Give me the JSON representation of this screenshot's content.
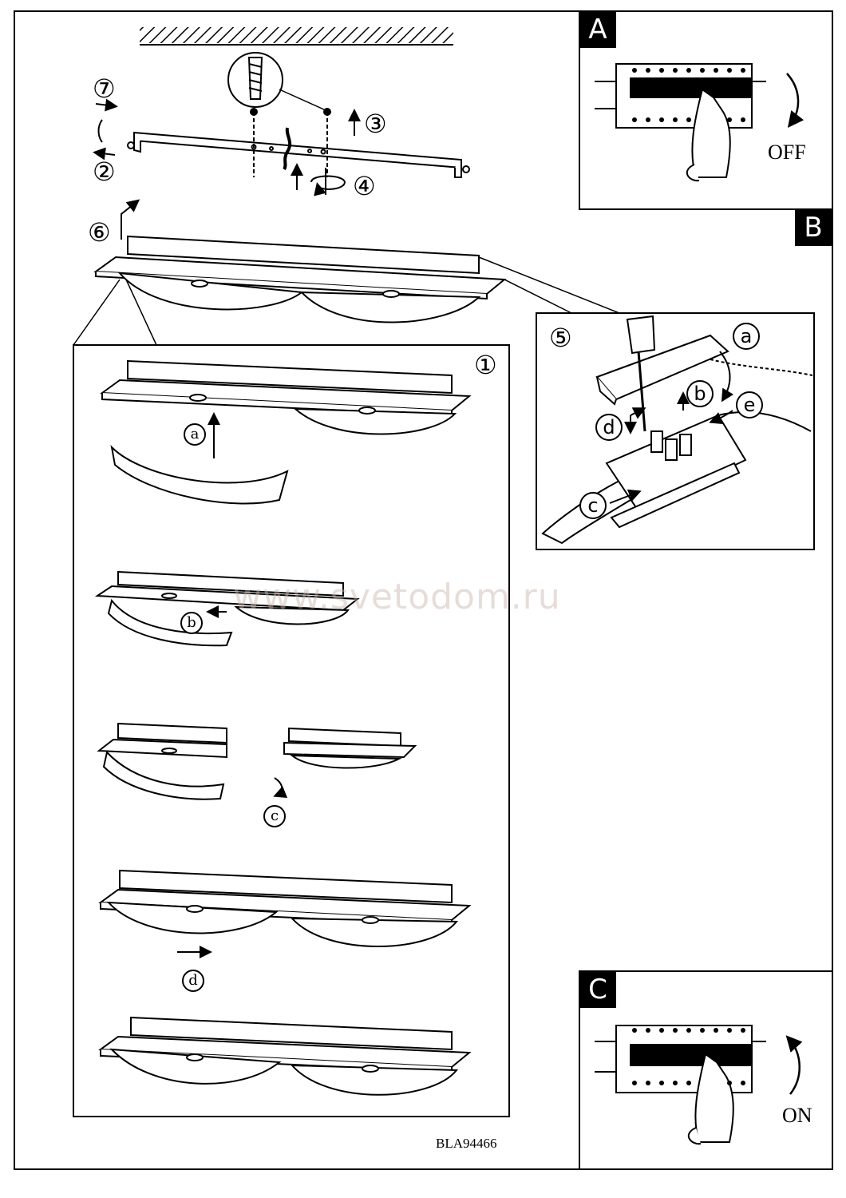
{
  "panels": {
    "a": {
      "letter": "A",
      "state_label": "OFF"
    },
    "b": {
      "letter": "B",
      "step": "⑤",
      "labels": [
        "a",
        "b",
        "c",
        "d",
        "e"
      ]
    },
    "c": {
      "letter": "C",
      "state_label": "ON"
    }
  },
  "steps": {
    "s1": "①",
    "s2": "②",
    "s3": "③",
    "s4": "④",
    "s6": "⑥",
    "s7": "⑦"
  },
  "substeps": {
    "a": "a",
    "b": "b",
    "c": "c",
    "d": "d"
  },
  "model_code": "BLA94466",
  "watermark": "www.svetodom.ru"
}
